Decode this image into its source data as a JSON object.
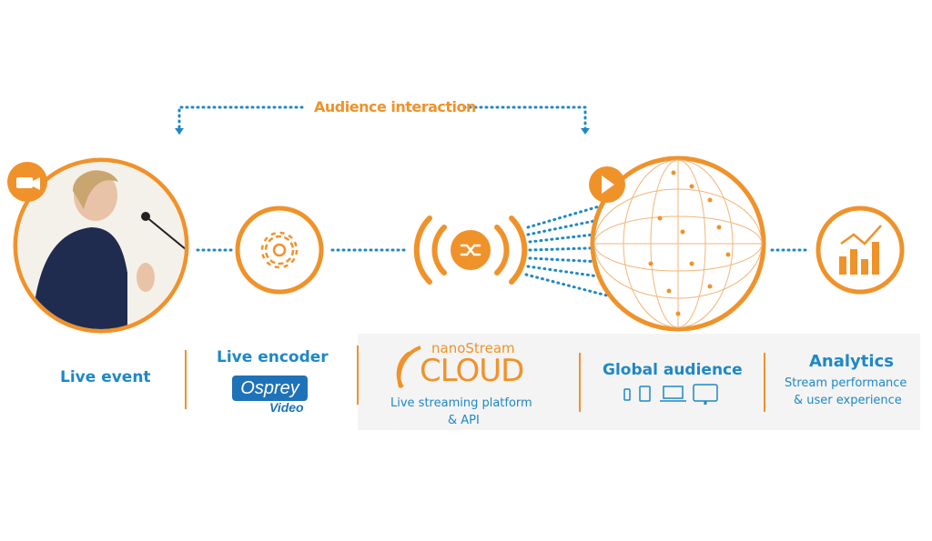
{
  "interaction_label": "Audience interaction",
  "stages": {
    "live_event": {
      "title": "Live event"
    },
    "encoder": {
      "title": "Live encoder",
      "logo_text": "Osprey",
      "logo_sub": "Video"
    },
    "cloud": {
      "brand_top": "nanoStream",
      "brand_main": "CLOUD",
      "desc_line1": "Live streaming platform",
      "desc_line2": "& API"
    },
    "audience": {
      "title": "Global audience"
    },
    "analytics": {
      "title": "Analytics",
      "desc_line1": "Stream performance",
      "desc_line2": "& user experience"
    }
  },
  "colors": {
    "orange": "#f0922a",
    "blue": "#1e88c7"
  }
}
